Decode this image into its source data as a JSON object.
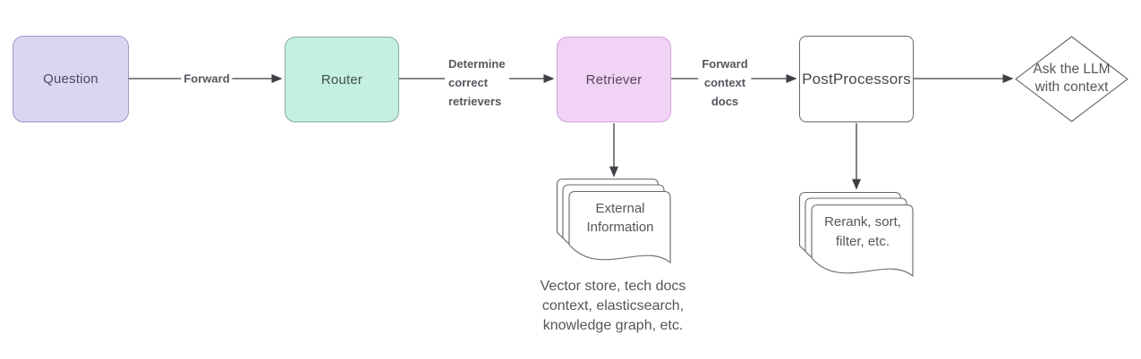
{
  "diagram": {
    "nodes": {
      "question": {
        "label": "Question",
        "fill": "#d9d6f3",
        "stroke": "#9b96c3"
      },
      "router": {
        "label": "Router",
        "fill": "#c5efe3",
        "stroke": "#85aba1"
      },
      "retriever": {
        "label": "Retriever",
        "fill": "#f1d3f6",
        "stroke": "#cfa6da"
      },
      "postprocessors": {
        "label": "PostProcessors",
        "fill": "#ffffff",
        "stroke": "#67676b"
      },
      "ask_llm": {
        "lines": [
          "Ask the LLM",
          "with context"
        ],
        "fill": "#ffffff",
        "stroke": "#67676b"
      }
    },
    "edges": {
      "question_to_router": {
        "label": "Forward"
      },
      "router_to_retriever": {
        "lines": [
          "Determine",
          "correct",
          "retrievers"
        ]
      },
      "retriever_to_postprocessors": {
        "lines": [
          "Forward",
          "context",
          "docs"
        ]
      },
      "line_color": "#3f3f45",
      "label_color": "#56565e"
    },
    "documents": {
      "external_information": {
        "lines": [
          "External",
          "Information"
        ],
        "caption_lines": [
          "Vector store, tech docs",
          "context, elasticsearch,",
          "knowledge graph, etc."
        ]
      },
      "rerank": {
        "lines": [
          "Rerank, sort,",
          "filter, etc."
        ]
      }
    }
  }
}
